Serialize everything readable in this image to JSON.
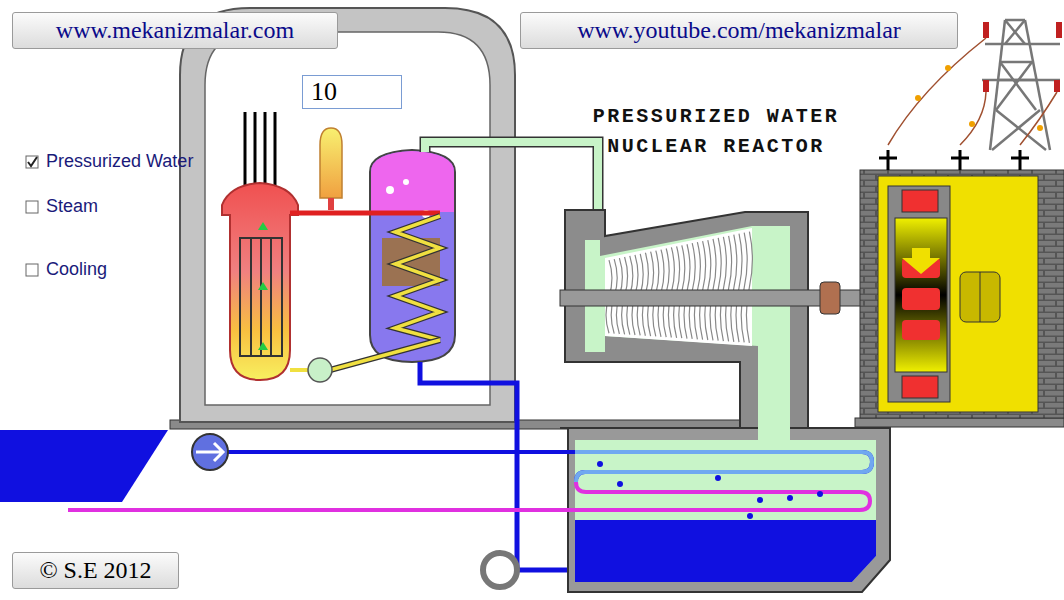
{
  "diagram": {
    "title": "PRESSURIZED WATER NUCLEAR REACTOR",
    "nodes": [
      {
        "text": [
          "www.mekanizmalar.com"
        ]
      },
      {
        "text": [
          "www.youtube.com/mekanizmalar"
        ]
      },
      {
        "text": [
          "10"
        ]
      },
      {
        "text": [
          "© S.E 2012"
        ]
      }
    ],
    "labels": [
      "Pressurized Water",
      "Steam",
      "Cooling"
    ]
  }
}
